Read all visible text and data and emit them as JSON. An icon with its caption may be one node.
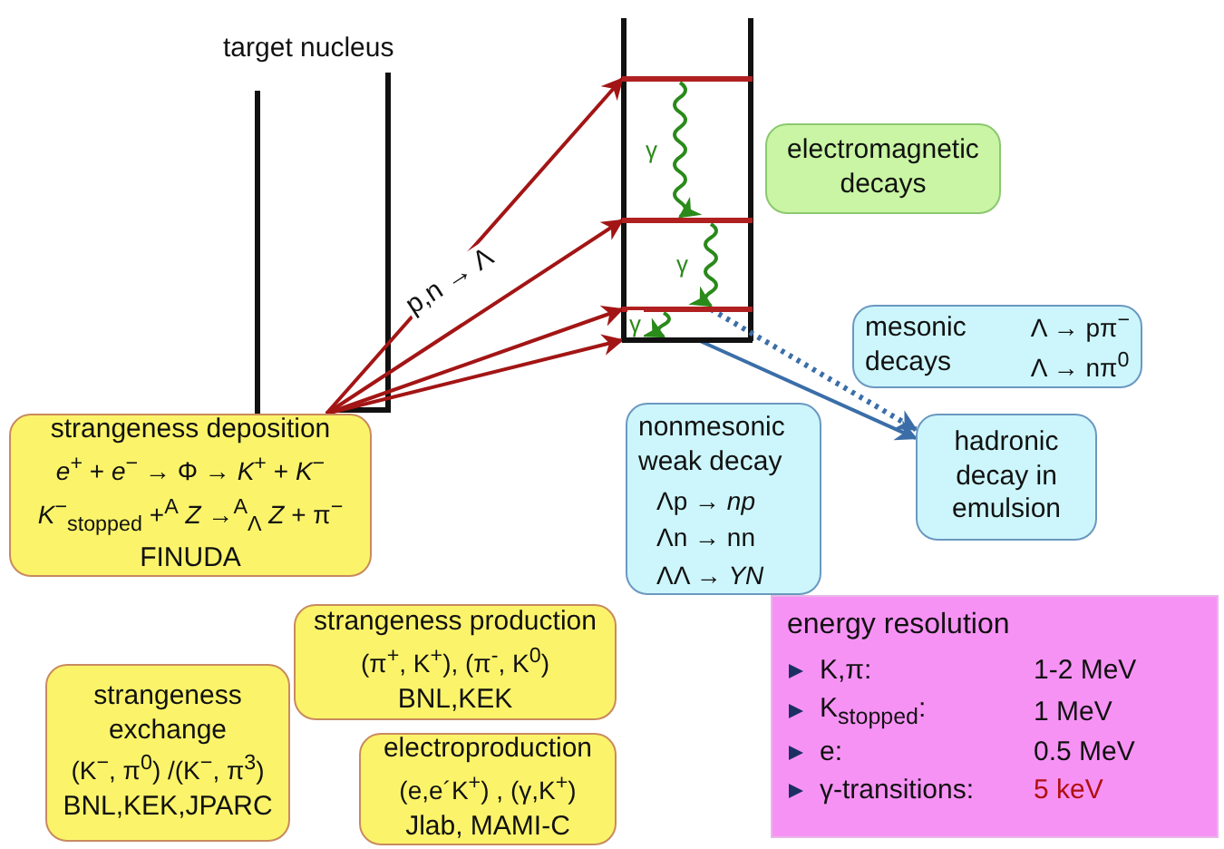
{
  "diagram": {
    "nodes": [
      {
        "text": [
          "strangeness deposition",
          "*e*$^{+}$ + *e*$^{−}$ → Φ → *K*$^{+}$ + *K*$^{−}$",
          "*K*$^{−}$$_{stopped}$ +$^{A}$ *Z* →$^{A}$$_{Λ}$ *Z* + π$^{−}$",
          "FINUDA"
        ]
      },
      {
        "text": [
          "electromagnetic decays"
        ]
      },
      {
        "text": [
          "mesonic decays",
          "Λ → pπ$^{−}$",
          "Λ → nπ$^{0}$"
        ]
      },
      {
        "text": [
          "nonmesonic weak decay",
          "Λp → *np*",
          "Λn → nn",
          "ΛΛ → *YN*"
        ]
      },
      {
        "text": [
          "hadronic decay in emulsion"
        ]
      },
      {
        "text": [
          "strangeness production",
          "(π$^{+}$, K$^{+}$), (π$^{-}$, K$^{0}$)",
          "BNL,KEK"
        ]
      },
      {
        "text": [
          "strangeness exchange",
          "(K$^{−}$, π$^{0}$) /(K$^{−}$, π$^{3}$)",
          "BNL,KEK,JPARC"
        ]
      },
      {
        "text": [
          "electroproduction",
          "(e,e´K$^{+}$) , (γ,K$^{+}$)",
          "Jlab, MAMI-C"
        ]
      },
      {
        "text": [
          "energy resolution",
          "K,π:",
          "1-2 MeV",
          "K$_{stopped}$:",
          "1 MeV",
          "e:",
          "0.5 MeV",
          "γ-transitions:",
          "5 keV"
        ]
      },
      {
        "text": [],
        "shape": "bar"
      },
      {
        "text": [],
        "shape": "bar"
      },
      {
        "text": [],
        "shape": "bar"
      },
      {
        "text": [],
        "shape": "bar"
      }
    ],
    "edges": [
      {
        "from": 0,
        "to": 9,
        "arrow": "to"
      },
      {
        "from": 0,
        "to": 10,
        "arrow": "to",
        "label": "p,n → Λ"
      },
      {
        "from": 0,
        "to": 11,
        "arrow": "to"
      },
      {
        "from": 0,
        "to": 12,
        "arrow": "to"
      },
      {
        "from": 9,
        "to": 10,
        "arrow": "to",
        "label": "γ",
        "color": "#2a8a1a"
      },
      {
        "from": 10,
        "to": 11,
        "arrow": "to",
        "label": "γ",
        "color": "#2a8a1a"
      },
      {
        "from": 11,
        "to": 12,
        "arrow": "to",
        "label": "γ",
        "color": "#2a8a1a"
      },
      {
        "from": 11,
        "to": 4,
        "arrow": "to",
        "style": "dashed",
        "color": "#3b6ea8"
      },
      {
        "from": 12,
        "to": 4,
        "arrow": "to",
        "color": "#3b6ea8"
      }
    ],
    "labels": [
      "target nucleus"
    ]
  }
}
